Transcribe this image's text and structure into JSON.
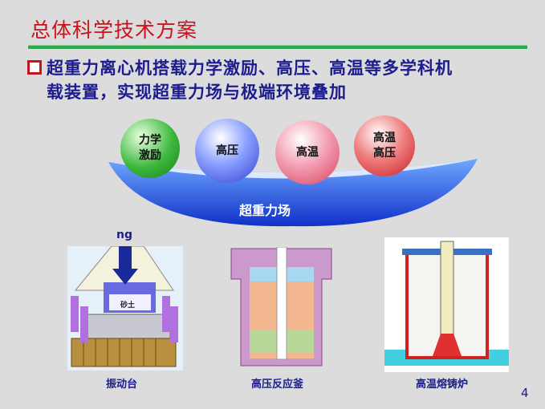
{
  "title": "总体科学技术方案",
  "bullet": {
    "line1": "超重力离心机搭载力学激励、高压、高温等多学科机",
    "line2": "载装置，实现超重力场与极端环境叠加"
  },
  "diagram": {
    "field_label": "超重力场",
    "balls": [
      {
        "line1": "力学",
        "line2": "激励",
        "color": "#3cb83c"
      },
      {
        "line1": "高压",
        "line2": "",
        "color": "#4a5ee0"
      },
      {
        "line1": "高温",
        "line2": "",
        "color": "#e86a86"
      },
      {
        "line1": "高温",
        "line2": "高压",
        "color": "#e0393c"
      }
    ]
  },
  "figures": [
    {
      "caption": "振动台",
      "arrow_label": "ng",
      "inner_label": "砂土"
    },
    {
      "caption": "高压反应釜"
    },
    {
      "caption": "高温熔铸炉"
    }
  ],
  "page_number": "4"
}
